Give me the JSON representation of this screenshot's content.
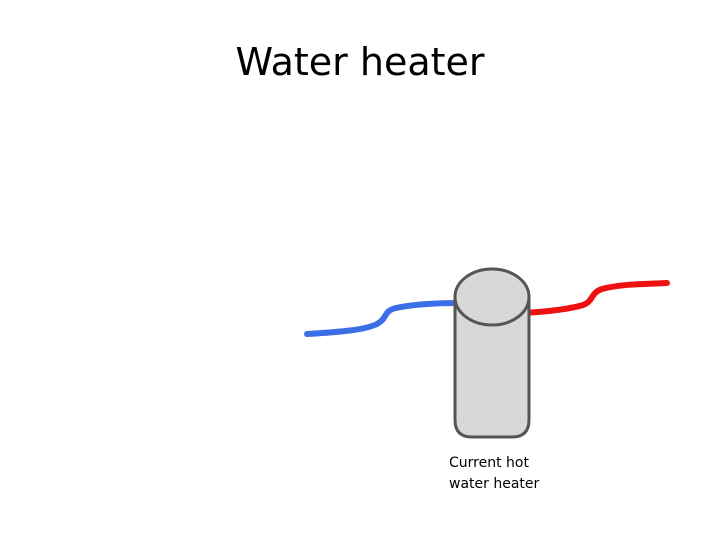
{
  "title": "Water heater",
  "caption": {
    "line1": "Current hot",
    "line2": "water heater"
  },
  "colors": {
    "cold_pipe": "#3a6fe8",
    "hot_pipe": "#ee1111",
    "tank_fill": "#d8d8d8",
    "tank_outline": "#555555"
  }
}
